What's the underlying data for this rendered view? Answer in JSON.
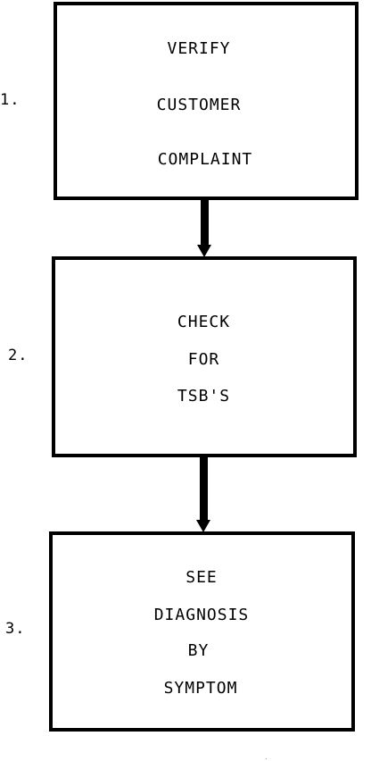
{
  "steps": [
    {
      "number": "1.",
      "lines": [
        "VERIFY",
        "CUSTOMER",
        "COMPLAINT"
      ]
    },
    {
      "number": "2.",
      "lines": [
        "CHECK",
        "FOR",
        "TSB'S"
      ]
    },
    {
      "number": "3.",
      "lines": [
        "SEE",
        "DIAGNOSIS",
        "BY",
        "SYMPTOM"
      ]
    }
  ],
  "colors": {
    "ink": "#000000",
    "background": "#ffffff"
  }
}
